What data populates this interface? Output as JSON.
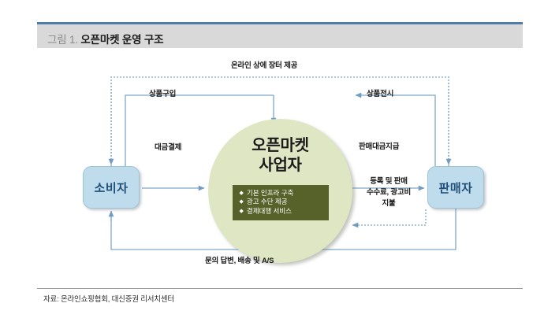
{
  "figure": {
    "number_label": "그림 1.",
    "title": "오픈마켓 운영 구조",
    "source_note": "자료: 온라인쇼핑협회, 대신증권 리서치센터"
  },
  "colors": {
    "top_rule": "#4f7fa8",
    "header_band": "#d9d9d9",
    "node_fill": "#bfdcec",
    "node_text": "#1f4e79",
    "circle_fill": "#dfe6c4",
    "bullet_box_fill": "#566229",
    "arrow_line": "#7fa6c6",
    "footer_rule": "#9a9a9a"
  },
  "nodes": {
    "consumer": {
      "label": "소비자"
    },
    "seller": {
      "label": "판매자"
    },
    "platform": {
      "title_line1": "오픈마켓",
      "title_line2": "사업자",
      "bullet_marker": "◆",
      "bullets": [
        "기본 인프라 구축",
        "광고 수단 제공",
        "결제대행 서비스"
      ]
    }
  },
  "flows": {
    "top": "온라인 상에 장터 제공",
    "purchase": "상품구입",
    "display": "상품전시",
    "payment": "대금결제",
    "settlement": "판매대금지급",
    "fees_line1": "등록 및 판매",
    "fees_line2": "수수료, 광고비",
    "fees_line3": "지불",
    "bottom": "문의 답변, 배송 및 A/S"
  }
}
